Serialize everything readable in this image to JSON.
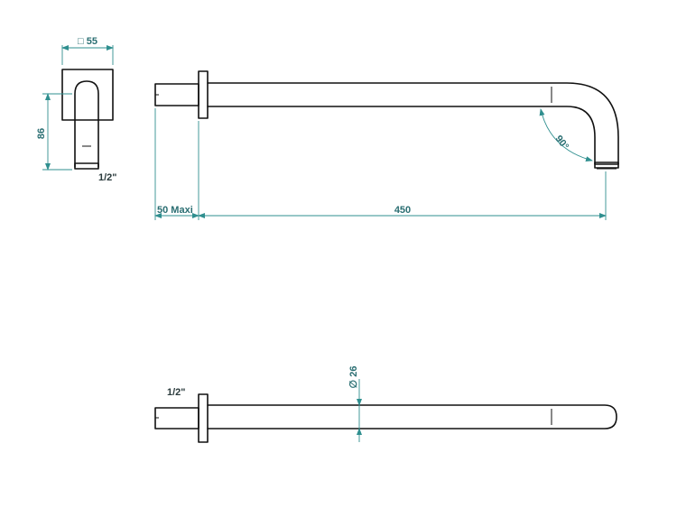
{
  "labels": {
    "top_width": "□ 55",
    "side_height": "86",
    "side_thread": "1/2\"",
    "wall_depth": "50 Maxi",
    "arm_length": "450",
    "bend_angle": "90°",
    "plan_thread": "1/2\"",
    "tube_diameter": "∅ 26"
  },
  "colors": {
    "outline": "#111111",
    "dimension": "#2f8f8f",
    "dimension_text": "#2a6e72"
  }
}
